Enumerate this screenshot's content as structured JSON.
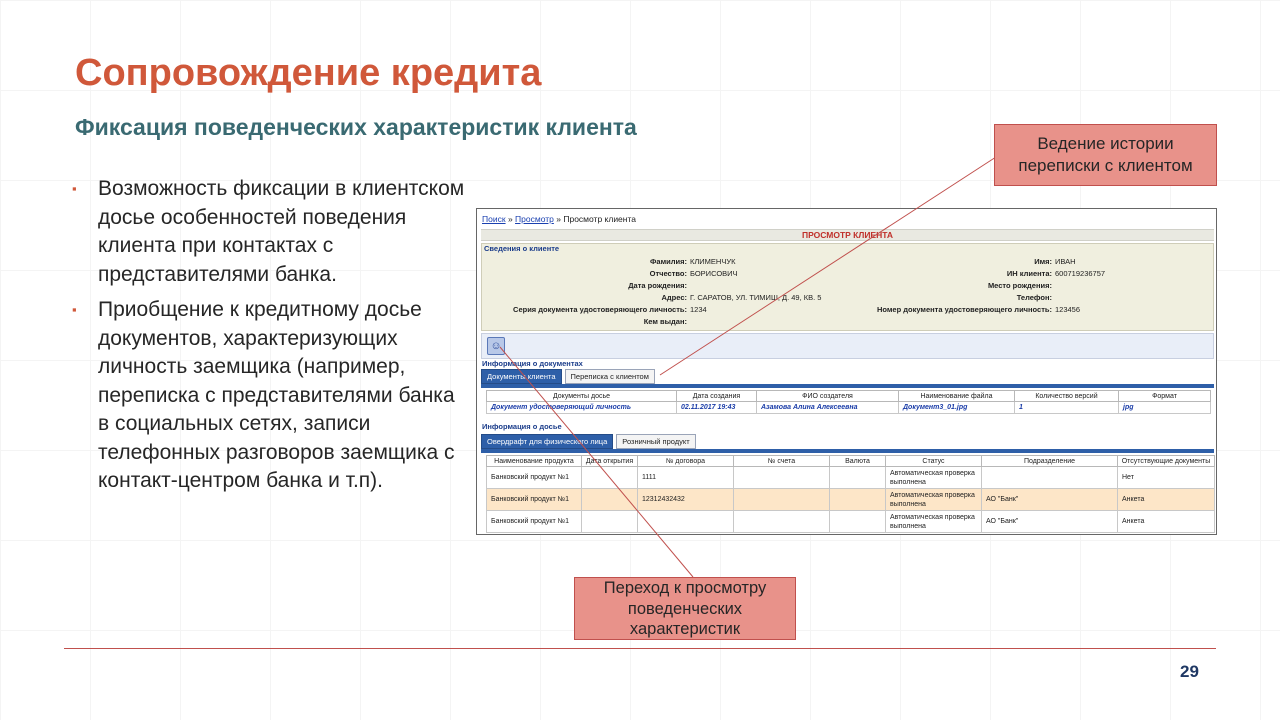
{
  "slide": {
    "title": "Сопровождение кредита",
    "subtitle": "Фиксация поведенческих характеристик клиента",
    "bullets": [
      "Возможность фиксации в клиентском досье особенностей поведения клиента при контактах с представителями банка.",
      "Приобщение к кредитному досье документов, характеризующих личность заемщика (например, переписка с представителями банка в социальных сетях, записи телефонных разговоров заемщика с контакт-центром банка и т.п)."
    ],
    "bullet_marker": "▪",
    "page_number": "29",
    "callouts": {
      "top": "Ведение истории переписки с клиентом",
      "bottom": "Переход к просмотру поведенческих характеристик"
    },
    "colors": {
      "title": "#d0583a",
      "subtitle": "#3a6a72",
      "callout_fill": "#e8928a",
      "rule": "#c0504d"
    }
  },
  "app": {
    "breadcrumb": {
      "search": "Поиск",
      "sep": "»",
      "view": "Просмотр",
      "current": "Просмотр клиента"
    },
    "view_title": "ПРОСМОТР КЛИЕНТА",
    "client_section": "Сведения о клиенте",
    "fields": {
      "surname_label": "Фамилия:",
      "surname": "КЛИМЕНЧУК",
      "name_label": "Имя:",
      "name": "ИВАН",
      "patronymic_label": "Отчество:",
      "patronymic": "БОРИСОВИЧ",
      "inn_label": "ИН клиента:",
      "inn": "600719236757",
      "birthdate_label": "Дата рождения:",
      "birthdate": "",
      "birthplace_label": "Место рождения:",
      "birthplace": "",
      "address_label": "Адрес:",
      "address": "Г. САРАТОВ, УЛ. ТИМИШ, Д. 49, КВ. 5",
      "phone_label": "Телефон:",
      "phone": "",
      "doc_series_label": "Серия документа удостоверяющего личность:",
      "doc_series": "1234",
      "doc_number_label": "Номер документа удостоверяющего личность:",
      "doc_number": "123456",
      "issued_label": "Кем выдан:",
      "issued": ""
    },
    "documents_section": "Информация о документах",
    "doc_tabs": [
      "Документы клиента",
      "Переписка с клиентом"
    ],
    "doc_columns": [
      "Документы досье",
      "Дата создания",
      "ФИО создателя",
      "Наименование файла",
      "Количество версий",
      "Формат"
    ],
    "doc_rows": [
      [
        "Документ удостоверяющий личность",
        "02.11.2017 19:43",
        "Азамова Алина  Алексеевна",
        "Документ3_01.jpg",
        "1",
        "jpg"
      ]
    ],
    "dossier_section": "Информация о досье",
    "dossier_tabs": [
      "Овердрафт для физического лица",
      "Розничный продукт"
    ],
    "product_columns": [
      "Наименование продукта",
      "Дата открытия",
      "№ договора",
      "№ счета",
      "Валюта",
      "Статус",
      "Подразделение",
      "Отсутствующие документы"
    ],
    "product_rows": [
      [
        "Банковский продукт №1",
        "",
        "1111",
        "",
        "",
        "Автоматическая проверка выполнена",
        "",
        "Нет"
      ],
      [
        "Банковский продукт №1",
        "",
        "12312432432",
        "",
        "",
        "Автоматическая проверка выполнена",
        "АО \"Банк\"",
        "Анкета"
      ],
      [
        "Банковский продукт №1",
        "",
        "",
        "",
        "",
        "Автоматическая проверка выполнена",
        "АО \"Банк\"",
        "Анкета"
      ]
    ]
  }
}
